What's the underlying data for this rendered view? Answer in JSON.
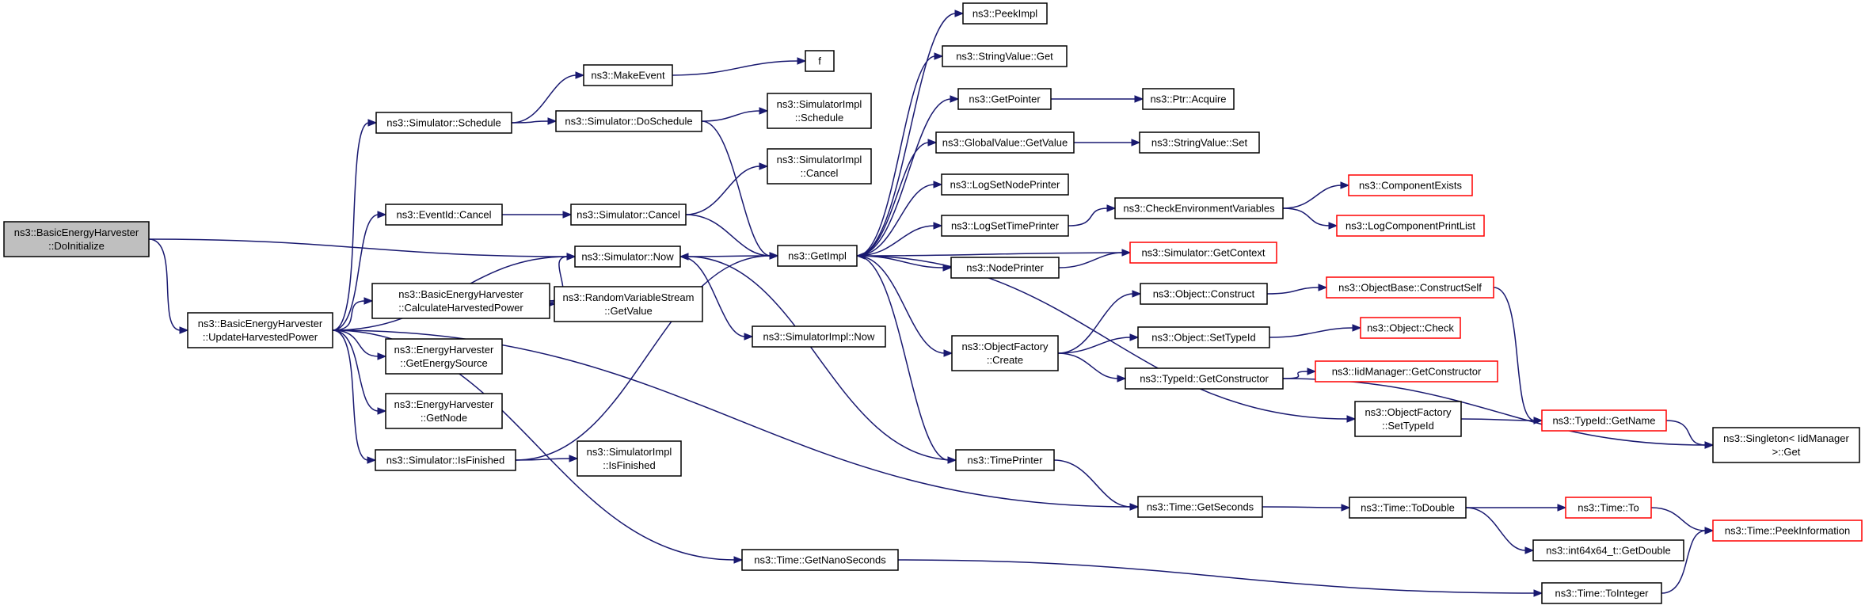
{
  "colors": {
    "edge": "#191970",
    "normal_border": "#000000",
    "truncated_border": "#ff0000",
    "root_fill": "#bfbfbf",
    "node_fill": "#ffffff"
  },
  "nodes": [
    {
      "id": "root",
      "lines": [
        "ns3::BasicEnergyHarvester",
        "::DoInitialize"
      ],
      "kind": "root"
    },
    {
      "id": "uhp",
      "lines": [
        "ns3::BasicEnergyHarvester",
        "::UpdateHarvestedPower"
      ],
      "kind": "normal"
    },
    {
      "id": "simsched",
      "lines": [
        "ns3::Simulator::Schedule"
      ],
      "kind": "normal"
    },
    {
      "id": "evcancel",
      "lines": [
        "ns3::EventId::Cancel"
      ],
      "kind": "normal"
    },
    {
      "id": "chp",
      "lines": [
        "ns3::BasicEnergyHarvester",
        "::CalculateHarvestedPower"
      ],
      "kind": "normal"
    },
    {
      "id": "ges",
      "lines": [
        "ns3::EnergyHarvester",
        "::GetEnergySource"
      ],
      "kind": "normal"
    },
    {
      "id": "gnode",
      "lines": [
        "ns3::EnergyHarvester",
        "::GetNode"
      ],
      "kind": "normal"
    },
    {
      "id": "isfin",
      "lines": [
        "ns3::Simulator::IsFinished"
      ],
      "kind": "normal"
    },
    {
      "id": "makeev",
      "lines": [
        "ns3::MakeEvent"
      ],
      "kind": "normal"
    },
    {
      "id": "dosched",
      "lines": [
        "ns3::Simulator::DoSchedule"
      ],
      "kind": "normal"
    },
    {
      "id": "simcancel",
      "lines": [
        "ns3::Simulator::Cancel"
      ],
      "kind": "normal"
    },
    {
      "id": "simnow",
      "lines": [
        "ns3::Simulator::Now"
      ],
      "kind": "normal"
    },
    {
      "id": "rvsget",
      "lines": [
        "ns3::RandomVariableStream",
        "::GetValue"
      ],
      "kind": "normal"
    },
    {
      "id": "implisfin",
      "lines": [
        "ns3::SimulatorImpl",
        "::IsFinished"
      ],
      "kind": "normal"
    },
    {
      "id": "getnano",
      "lines": [
        "ns3::Time::GetNanoSeconds"
      ],
      "kind": "normal"
    },
    {
      "id": "f",
      "lines": [
        "f"
      ],
      "kind": "normal"
    },
    {
      "id": "implsched",
      "lines": [
        "ns3::SimulatorImpl",
        "::Schedule"
      ],
      "kind": "normal"
    },
    {
      "id": "implcancel",
      "lines": [
        "ns3::SimulatorImpl",
        "::Cancel"
      ],
      "kind": "normal"
    },
    {
      "id": "getimpl",
      "lines": [
        "ns3::GetImpl"
      ],
      "kind": "normal"
    },
    {
      "id": "implnow",
      "lines": [
        "ns3::SimulatorImpl::Now"
      ],
      "kind": "normal"
    },
    {
      "id": "peekimpl",
      "lines": [
        "ns3::PeekImpl"
      ],
      "kind": "normal"
    },
    {
      "id": "strvalget",
      "lines": [
        "ns3::StringValue::Get"
      ],
      "kind": "normal"
    },
    {
      "id": "getptr",
      "lines": [
        "ns3::GetPointer"
      ],
      "kind": "normal"
    },
    {
      "id": "gvget",
      "lines": [
        "ns3::GlobalValue::GetValue"
      ],
      "kind": "normal"
    },
    {
      "id": "lsnp",
      "lines": [
        "ns3::LogSetNodePrinter"
      ],
      "kind": "normal"
    },
    {
      "id": "lstp",
      "lines": [
        "ns3::LogSetTimePrinter"
      ],
      "kind": "normal"
    },
    {
      "id": "nodeprinter",
      "lines": [
        "ns3::NodePrinter"
      ],
      "kind": "normal"
    },
    {
      "id": "ofcreate",
      "lines": [
        "ns3::ObjectFactory",
        "::Create"
      ],
      "kind": "normal"
    },
    {
      "id": "timeprinter",
      "lines": [
        "ns3::TimePrinter"
      ],
      "kind": "normal"
    },
    {
      "id": "ptracq",
      "lines": [
        "ns3::Ptr::Acquire"
      ],
      "kind": "normal"
    },
    {
      "id": "strvalset",
      "lines": [
        "ns3::StringValue::Set"
      ],
      "kind": "normal"
    },
    {
      "id": "checkenv",
      "lines": [
        "ns3::CheckEnvironmentVariables"
      ],
      "kind": "normal"
    },
    {
      "id": "simgetctx",
      "lines": [
        "ns3::Simulator::GetContext"
      ],
      "kind": "truncated"
    },
    {
      "id": "objconstruct",
      "lines": [
        "ns3::Object::Construct"
      ],
      "kind": "normal"
    },
    {
      "id": "objsettid",
      "lines": [
        "ns3::Object::SetTypeId"
      ],
      "kind": "normal"
    },
    {
      "id": "tidgetctor",
      "lines": [
        "ns3::TypeId::GetConstructor"
      ],
      "kind": "normal"
    },
    {
      "id": "ofsettid",
      "lines": [
        "ns3::ObjectFactory",
        "::SetTypeId"
      ],
      "kind": "normal"
    },
    {
      "id": "getsec",
      "lines": [
        "ns3::Time::GetSeconds"
      ],
      "kind": "normal"
    },
    {
      "id": "compexists",
      "lines": [
        "ns3::ComponentExists"
      ],
      "kind": "truncated"
    },
    {
      "id": "logcpl",
      "lines": [
        "ns3::LogComponentPrintList"
      ],
      "kind": "truncated"
    },
    {
      "id": "obconstructself",
      "lines": [
        "ns3::ObjectBase::ConstructSelf"
      ],
      "kind": "truncated"
    },
    {
      "id": "objcheck",
      "lines": [
        "ns3::Object::Check"
      ],
      "kind": "truncated"
    },
    {
      "id": "iidgetctor",
      "lines": [
        "ns3::IidManager::GetConstructor"
      ],
      "kind": "truncated"
    },
    {
      "id": "tidgetname",
      "lines": [
        "ns3::TypeId::GetName"
      ],
      "kind": "truncated"
    },
    {
      "id": "todouble",
      "lines": [
        "ns3::Time::ToDouble"
      ],
      "kind": "normal"
    },
    {
      "id": "timeto",
      "lines": [
        "ns3::Time::To"
      ],
      "kind": "truncated"
    },
    {
      "id": "int64getdouble",
      "lines": [
        "ns3::int64x64_t::GetDouble"
      ],
      "kind": "normal"
    },
    {
      "id": "tointeger",
      "lines": [
        "ns3::Time::ToInteger"
      ],
      "kind": "normal"
    },
    {
      "id": "singleton",
      "lines": [
        "ns3::Singleton< IidManager",
        ">::Get"
      ],
      "kind": "normal"
    },
    {
      "id": "peekinfo",
      "lines": [
        "ns3::Time::PeekInformation"
      ],
      "kind": "truncated"
    }
  ],
  "edges": [
    [
      "root",
      "uhp"
    ],
    [
      "root",
      "simnow"
    ],
    [
      "uhp",
      "simsched"
    ],
    [
      "uhp",
      "evcancel"
    ],
    [
      "uhp",
      "simnow"
    ],
    [
      "uhp",
      "chp"
    ],
    [
      "uhp",
      "ges"
    ],
    [
      "uhp",
      "gnode"
    ],
    [
      "uhp",
      "isfin"
    ],
    [
      "uhp",
      "getsec"
    ],
    [
      "uhp",
      "getnano"
    ],
    [
      "simsched",
      "makeev"
    ],
    [
      "simsched",
      "dosched"
    ],
    [
      "makeev",
      "f"
    ],
    [
      "dosched",
      "implsched"
    ],
    [
      "dosched",
      "getimpl"
    ],
    [
      "evcancel",
      "simcancel"
    ],
    [
      "simcancel",
      "implcancel"
    ],
    [
      "simcancel",
      "getimpl"
    ],
    [
      "chp",
      "simnow"
    ],
    [
      "chp",
      "rvsget"
    ],
    [
      "isfin",
      "implisfin"
    ],
    [
      "isfin",
      "getimpl"
    ],
    [
      "simnow",
      "getimpl"
    ],
    [
      "simnow",
      "implnow"
    ],
    [
      "getimpl",
      "peekimpl"
    ],
    [
      "getimpl",
      "strvalget"
    ],
    [
      "getimpl",
      "getptr"
    ],
    [
      "getimpl",
      "gvget"
    ],
    [
      "getimpl",
      "lsnp"
    ],
    [
      "getimpl",
      "lstp"
    ],
    [
      "getimpl",
      "nodeprinter"
    ],
    [
      "getimpl",
      "ofcreate"
    ],
    [
      "getimpl",
      "timeprinter"
    ],
    [
      "getimpl",
      "ofsettid"
    ],
    [
      "getptr",
      "ptracq"
    ],
    [
      "gvget",
      "strvalset"
    ],
    [
      "lstp",
      "checkenv"
    ],
    [
      "checkenv",
      "compexists"
    ],
    [
      "checkenv",
      "logcpl"
    ],
    [
      "nodeprinter",
      "simgetctx"
    ],
    [
      "simgetctx",
      "getimpl"
    ],
    [
      "timeprinter",
      "simnow"
    ],
    [
      "timeprinter",
      "getsec"
    ],
    [
      "ofcreate",
      "objconstruct"
    ],
    [
      "ofcreate",
      "objsettid"
    ],
    [
      "ofcreate",
      "tidgetctor"
    ],
    [
      "objconstruct",
      "obconstructself"
    ],
    [
      "obconstructself",
      "tidgetname"
    ],
    [
      "objsettid",
      "objcheck"
    ],
    [
      "tidgetctor",
      "iidgetctor"
    ],
    [
      "tidgetctor",
      "singleton"
    ],
    [
      "ofsettid",
      "tidgetname"
    ],
    [
      "tidgetname",
      "singleton"
    ],
    [
      "getsec",
      "todouble"
    ],
    [
      "todouble",
      "timeto"
    ],
    [
      "todouble",
      "int64getdouble"
    ],
    [
      "timeto",
      "peekinfo"
    ],
    [
      "getnano",
      "tointeger"
    ],
    [
      "tointeger",
      "peekinfo"
    ]
  ]
}
